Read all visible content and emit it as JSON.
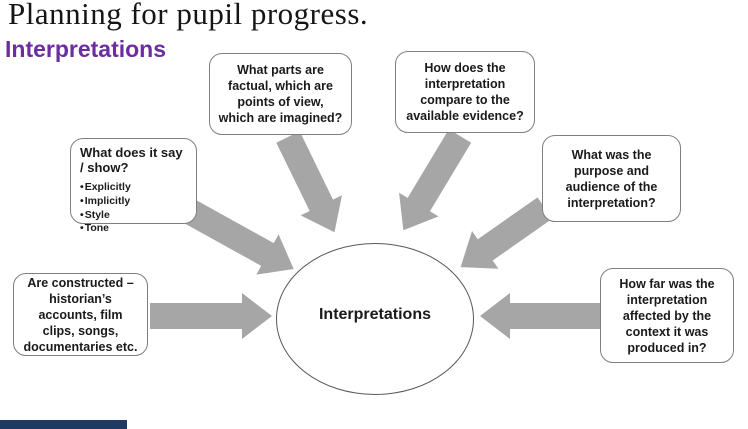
{
  "slide": {
    "title": "Planning for pupil progress.",
    "subtitle": "Interpretations"
  },
  "center": {
    "label": "Interpretations"
  },
  "boxes": {
    "say_show": {
      "heading": "What does it say / show?",
      "bullets": [
        "Explicitly",
        "Implicitly",
        "Style",
        "Tone"
      ]
    },
    "factual": {
      "text": "What parts are factual, which are points of view, which are imagined?"
    },
    "compare": {
      "text": "How does the interpretation compare to the available evidence?"
    },
    "purpose": {
      "text": "What was the purpose and audience of the interpretation?"
    },
    "context": {
      "text": "How far was the interpretation affected by the context it was produced in?"
    },
    "constructed": {
      "text": "Are constructed – historian’s accounts, film clips, songs, documentaries etc."
    }
  },
  "colors": {
    "subtitle_purple": "#6b2da0",
    "arrow_gray": "#a6a6a6",
    "footer_bar_navy": "#1f3864"
  }
}
